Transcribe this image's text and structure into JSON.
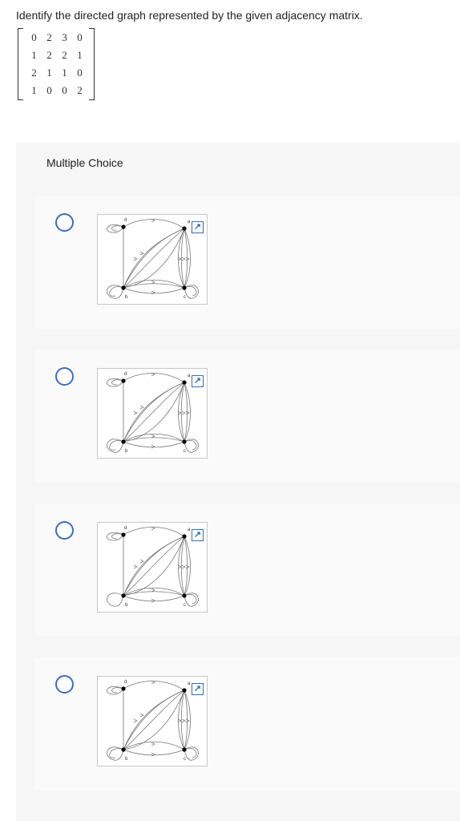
{
  "question": {
    "text": "Identify the directed graph represented by the given adjacency matrix.",
    "matrix": [
      [
        "0",
        "2",
        "3",
        "0"
      ],
      [
        "1",
        "2",
        "2",
        "1"
      ],
      [
        "2",
        "1",
        "1",
        "0"
      ],
      [
        "1",
        "0",
        "0",
        "2"
      ]
    ]
  },
  "section": {
    "label": "Multiple Choice"
  },
  "options": [
    {
      "vertices": [
        "d",
        "a",
        "b",
        "c"
      ],
      "expand_icon": "↗"
    },
    {
      "vertices": [
        "d",
        "a",
        "b",
        "c"
      ],
      "expand_icon": "↗"
    },
    {
      "vertices": [
        "d",
        "a",
        "b",
        "c"
      ],
      "expand_icon": "↗"
    },
    {
      "vertices": [
        "d",
        "a",
        "b",
        "c"
      ],
      "expand_icon": "↗"
    }
  ],
  "colors": {
    "radio": "#3a6ec1",
    "expand": "#2f6fbd",
    "panel": "#f6f6f6"
  }
}
